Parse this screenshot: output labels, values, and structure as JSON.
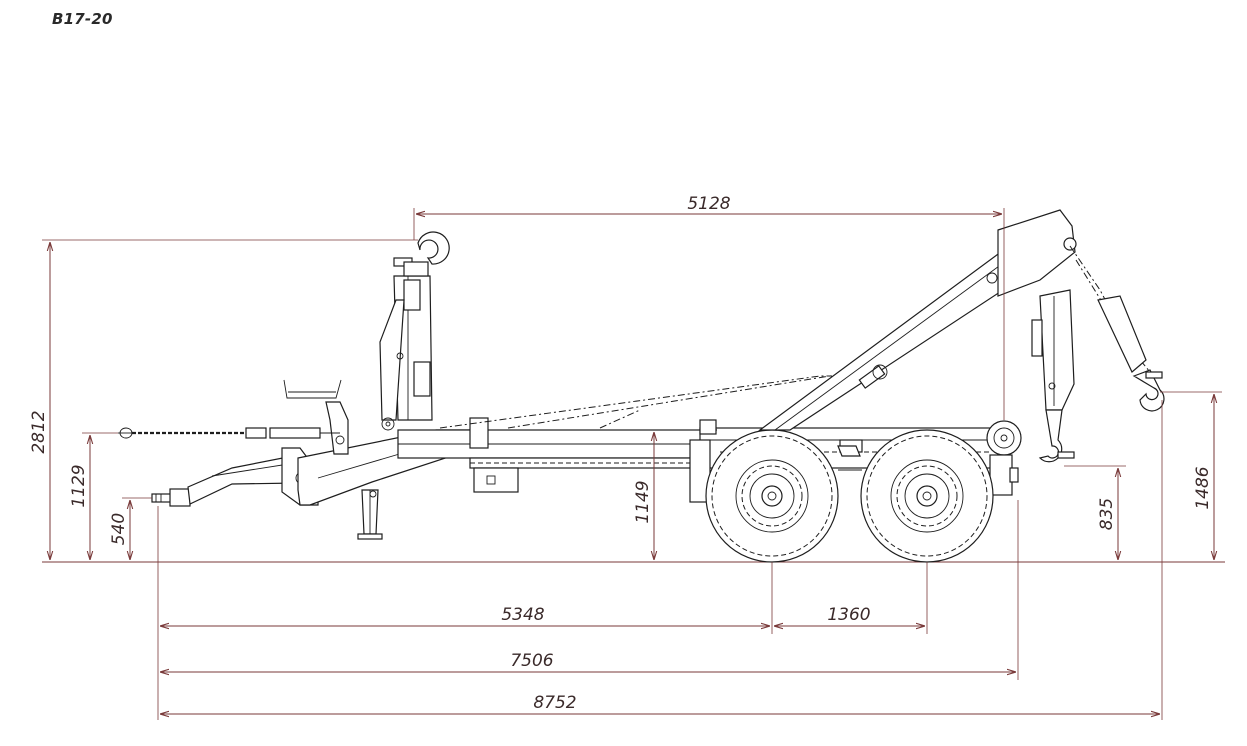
{
  "title": "B17-20",
  "dimensions": {
    "hook_reach": "5128",
    "overall_height": "2812",
    "chain_height": "1129",
    "drawbar_height": "540",
    "frame_height": "1149",
    "rear_hook_height": "835",
    "rear_tip_height": "1486",
    "to_first_axle": "5348",
    "axle_spacing": "1360",
    "frame_length": "7506",
    "overall_length": "8752"
  }
}
